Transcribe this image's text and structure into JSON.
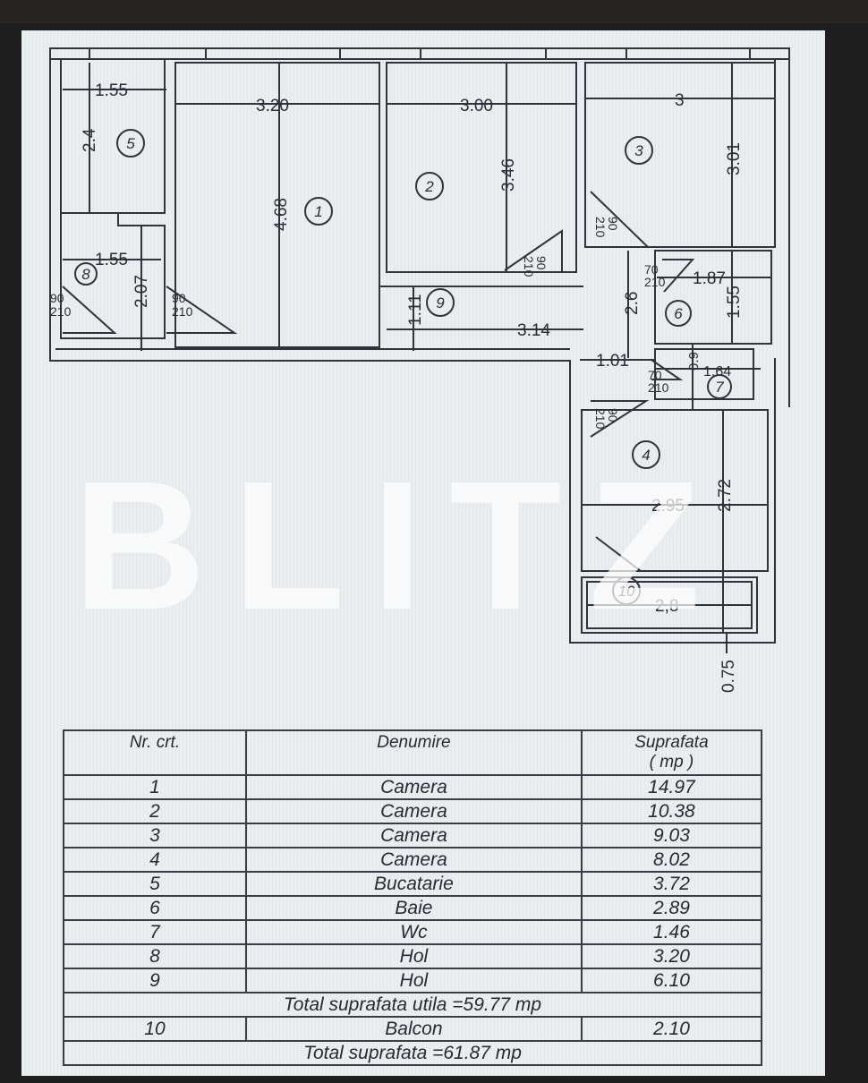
{
  "watermark": "BLITZ",
  "plan": {
    "dimensions": {
      "d_1_55_top": "1.55",
      "d_2_4": "2.4",
      "d_3_20": "3.20",
      "d_4_68": "4.68",
      "d_3_00": "3.00",
      "d_3_46": "3.46",
      "d_3": "3",
      "d_3_01": "3.01",
      "d_1_55_mid": "1.55",
      "d_2_07": "2.07",
      "d_1_11": "1.11",
      "d_3_14": "3.14",
      "d_2_6": "2.6",
      "d_1_87": "1.87",
      "d_1_55_bath": "1.55",
      "d_1_01": "1.01",
      "d_0_9": "0.9",
      "d_1_64": "1.64",
      "d_2_95": "2.95",
      "d_2_72": "2.72",
      "d_2_8": "2,8",
      "d_0_75": "0.75"
    },
    "doors": {
      "door_8a_w": "90",
      "door_8a_h": "210",
      "door_8b_w": "90",
      "door_8b_h": "210",
      "door_2_w": "90",
      "door_2_h": "210",
      "door_3_w": "90",
      "door_3_h": "210",
      "door_6_w": "70",
      "door_6_h": "210",
      "door_7_w": "70",
      "door_7_h": "210",
      "door_4_w": "90",
      "door_4_h": "210"
    },
    "room_numbers": [
      "1",
      "2",
      "3",
      "4",
      "5",
      "6",
      "7",
      "8",
      "9",
      "10"
    ]
  },
  "table": {
    "headers": {
      "nr": "Nr. crt.",
      "name": "Denumire",
      "area_line1": "Suprafata",
      "area_line2": "( mp )"
    },
    "rows": [
      {
        "nr": "1",
        "name": "Camera",
        "area": "14.97"
      },
      {
        "nr": "2",
        "name": "Camera",
        "area": "10.38"
      },
      {
        "nr": "3",
        "name": "Camera",
        "area": "9.03"
      },
      {
        "nr": "4",
        "name": "Camera",
        "area": "8.02"
      },
      {
        "nr": "5",
        "name": "Bucatarie",
        "area": "3.72"
      },
      {
        "nr": "6",
        "name": "Baie",
        "area": "2.89"
      },
      {
        "nr": "7",
        "name": "Wc",
        "area": "1.46"
      },
      {
        "nr": "8",
        "name": "Hol",
        "area": "3.20"
      },
      {
        "nr": "9",
        "name": "Hol",
        "area": "6.10"
      }
    ],
    "total_useful": "Total suprafata utila =59.77 mp",
    "balcony": {
      "nr": "10",
      "name": "Balcon",
      "area": "2.10"
    },
    "total": "Total suprafata =61.87 mp"
  }
}
